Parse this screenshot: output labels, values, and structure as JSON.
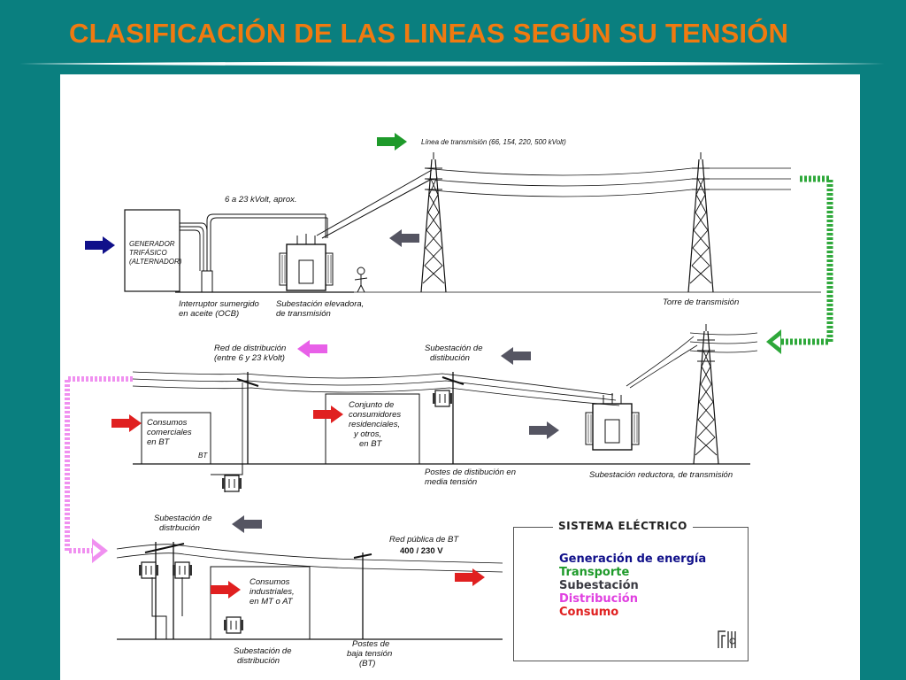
{
  "title": "CLASIFICACIÓN DE LAS LINEAS SEGÚN SU TENSIÓN",
  "colors": {
    "background": "#0a7f7f",
    "title": "#f07a10",
    "generacion": "#10108a",
    "transporte": "#1e9a2a",
    "subestacion": "#555562",
    "distribucion": "#e860e8",
    "consumo": "#e02020"
  },
  "labels": {
    "linea_transmision": "Línea de transmisión (66, 154, 220, 500 kVolt)",
    "voltaje_generador": "6 a 23 kVolt, aprox.",
    "generador": [
      "GENERADOR",
      "TRIFÁSICO",
      "(ALTERNADOR)"
    ],
    "interruptor": [
      "Interruptor sumergido",
      "en aceite (OCB)"
    ],
    "subestacion_elevadora": [
      "Subestación elevadora,",
      "de transmisión"
    ],
    "torre_transmision": "Torre de transmisión",
    "red_distribucion": [
      "Red de distribución",
      "(entre 6 y 23 kVolt)"
    ],
    "subestacion_distribucion_1": [
      "Subestación de",
      "distibución"
    ],
    "consumos_comerciales": [
      "Consumos",
      "comerciales",
      "en BT"
    ],
    "bt": "BT",
    "conjunto_consumidores": [
      "Conjunto de",
      "consumidores",
      "residenciales,",
      "y otros,",
      "en BT"
    ],
    "postes_distribucion": [
      "Postes de distibución en",
      "media tensión"
    ],
    "subestacion_reductora": "Subestación reductora, de transmisión",
    "subestacion_distribucion_2": [
      "Subestación de",
      "distrbución"
    ],
    "red_publica": [
      "Red pública de BT",
      "400 / 230 V"
    ],
    "consumos_industriales": [
      "Consumos",
      "industriales,",
      "en MT o AT"
    ],
    "subestacion_distribucion_3": [
      "Subestación de",
      "distribución"
    ],
    "postes_baja": [
      "Postes de",
      "baja tensión",
      "(BT)"
    ]
  },
  "legend": {
    "title": "SISTEMA ELÉCTRICO",
    "items": [
      {
        "label": "Generación de energía",
        "color": "#10108a"
      },
      {
        "label": "Transporte",
        "color": "#1e9a2a"
      },
      {
        "label": "Subestación",
        "color": "#3a3a42"
      },
      {
        "label": "Distribución",
        "color": "#e040e0"
      },
      {
        "label": "Consumo",
        "color": "#e02020"
      }
    ]
  }
}
